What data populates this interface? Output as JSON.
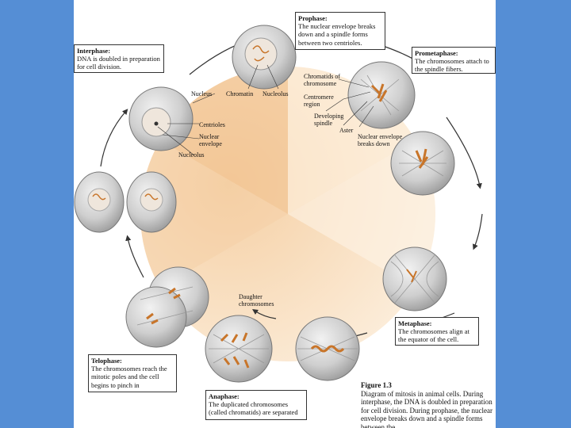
{
  "colors": {
    "background": "#558ed5",
    "page": "#ffffff",
    "wheel": "#f6dcb8",
    "wedge_dark": "#f1c694",
    "cell_fill": "#cfcfcf",
    "chromosome": "#c8752a"
  },
  "phases": {
    "prophase": {
      "title": "Prophase:",
      "text": "The nuclear envelope breaks down and a spindle forms between two centrioles."
    },
    "prometaphase": {
      "title": "Prometaphase:",
      "text": "The chromosomes attach to the spindle fibers."
    },
    "metaphase": {
      "title": "Metaphase:",
      "text": "The chromosomes align at the equator of the cell."
    },
    "anaphase": {
      "title": "Anaphase:",
      "text": "The duplicated chromosomes (called chromatids) are separated"
    },
    "telophase": {
      "title": "Telophase:",
      "text": "The chromosomes reach the mitotic poles and the cell begins to pinch in"
    },
    "interphase": {
      "title": "Interphase:",
      "text": "DNA is doubled in preparation for cell division."
    }
  },
  "labels": {
    "nucleus": "Nucleus",
    "chromatin": "Chromatin",
    "nucleolus_top": "Nucleolus",
    "chromatids": "Chromatids of chromosome",
    "centromere": "Centromere region",
    "developing_spindle": "Developing spindle",
    "aster": "Aster",
    "nuclear_envelope_breaks": "Nuclear envelope breaks down",
    "centrioles": "Centrioles",
    "nuclear_envelope": "Nuclear envelope",
    "nucleolus_left": "Nucleolus",
    "daughter_chromosomes": "Daughter chromosomes"
  },
  "caption": {
    "figure": "Figure 1.3",
    "text": "Diagram of mitosis in animal cells. During interphase, the DNA is doubled in preparation for cell division. During prophase, the nuclear envelope breaks down and a spindle forms between the"
  }
}
